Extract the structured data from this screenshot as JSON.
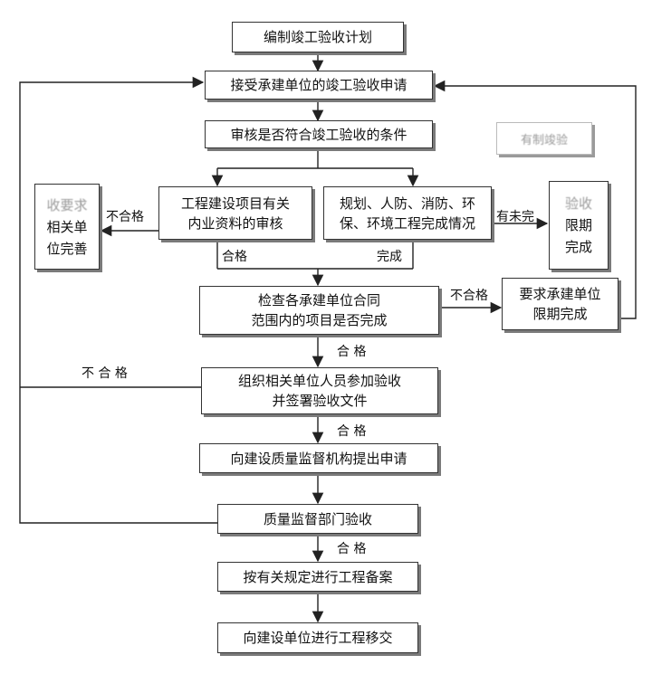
{
  "flowchart": {
    "nodes": {
      "n1": "编制竣工验收计划",
      "n2": "接受承建单位的竣工验收申请",
      "n3": "审核是否符合竣工验收的条件",
      "n4a": [
        "工程建设项目有关",
        "内业资料的审核"
      ],
      "n4b": [
        "规划、人防、消防、环",
        "保、环境工程完成情况"
      ],
      "left_box": [
        "收要求",
        "相关单",
        "位完善"
      ],
      "right_box": [
        "验收",
        "限期",
        "完成"
      ],
      "n5": [
        "检查各承建单位合同",
        "范围内的项目是否完成"
      ],
      "req_box": [
        "要求承建单位",
        "限期完成"
      ],
      "n6": [
        "组织相关单位人员参加验收",
        "并签署验收文件"
      ],
      "n7": "向建设质量监督机构提出申请",
      "n8": "质量监督部门验收",
      "n9": "按有关规定进行工程备案",
      "n10": "向建设单位进行工程移交",
      "faint_box": "有制竣验"
    },
    "labels": {
      "fail_left": "不合格",
      "has_unfinished": "有未完",
      "pass_4a": "合格",
      "done_4b": "完成",
      "fail_right": "不合格",
      "pass_5": "合  格",
      "fail_loop": "不  合  格",
      "pass_6": "合  格",
      "pass_8": "合  格"
    }
  }
}
